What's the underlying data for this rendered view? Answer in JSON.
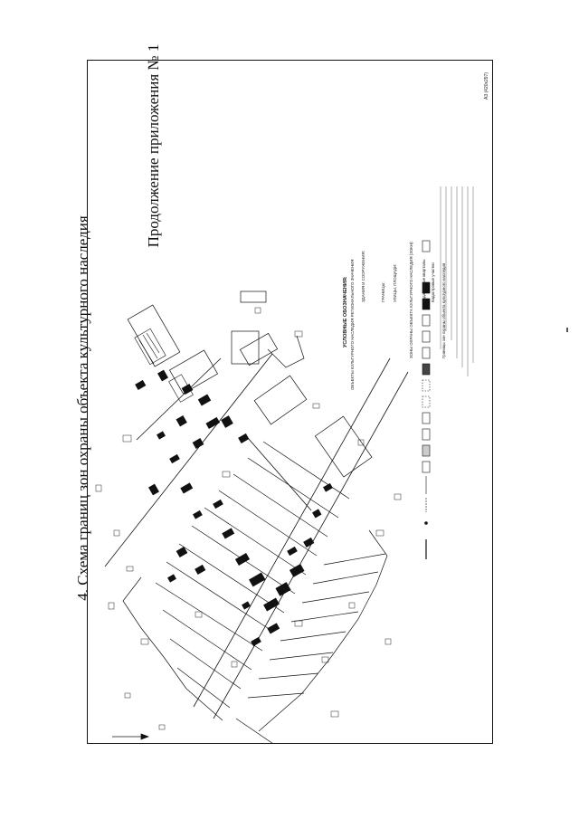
{
  "document": {
    "appendix_title": "Продолжение приложения № 1",
    "scheme_title": "4. Схема границ зон охраны объекта культурного наследия",
    "sheet_code": "А3 (420х297)"
  },
  "legend": {
    "title": "УСЛОВНЫЕ ОБОЗНАЧЕНИЯ:",
    "items": [
      "ОБЪЕКТЫ КУЛЬТУРНОГО НАСЛЕДИЯ РЕГИОНАЛЬНОГО ЗНАЧЕНИЯ",
      "ЗДАНИЯ И СООРУЖЕНИЯ:",
      "ГРАНИЦЫ:",
      "УЛИЦЫ, ПЛОЩАДИ:",
      "ЗОНЫ ОХРАНЫ ОБЪЕКТА КУЛЬТУРНОГО НАСЛЕДИЯ (ЗОКН):",
      "Кадастровые кварталы",
      "Кадастровые участки",
      "Границы зон охраны объекта культурного наследия"
    ]
  }
}
